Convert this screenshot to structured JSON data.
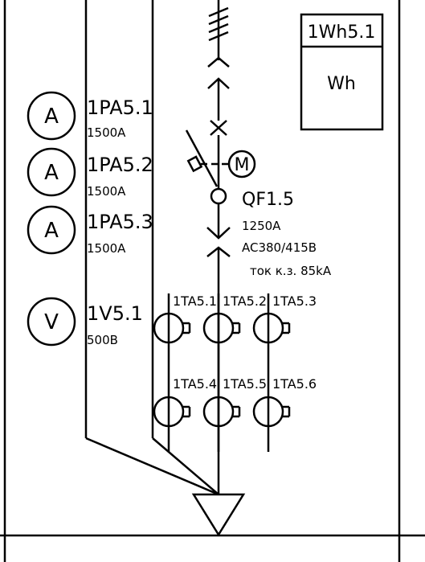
{
  "meters": {
    "ammeter_1": {
      "symbol": "A",
      "tag": "1PA5.1",
      "rating": "1500A"
    },
    "ammeter_2": {
      "symbol": "A",
      "tag": "1PA5.2",
      "rating": "1500A"
    },
    "ammeter_3": {
      "symbol": "A",
      "tag": "1PA5.3",
      "rating": "1500A"
    },
    "voltmeter": {
      "symbol": "V",
      "tag": "1V5.1",
      "rating": "500B"
    }
  },
  "energy_meter": {
    "tag": "1Wh5.1",
    "symbol": "Wh"
  },
  "motor_drive": {
    "symbol": "M"
  },
  "breaker": {
    "tag": "QF1.5",
    "current": "1250A",
    "voltage": "AC380/415B",
    "short_circuit": "ток к.з. 85kA"
  },
  "current_transformers": {
    "row1": [
      "1TA5.1",
      "1TA5.2",
      "1TA5.3"
    ],
    "row2": [
      "1TA5.4",
      "1TA5.5",
      "1TA5.6"
    ]
  }
}
